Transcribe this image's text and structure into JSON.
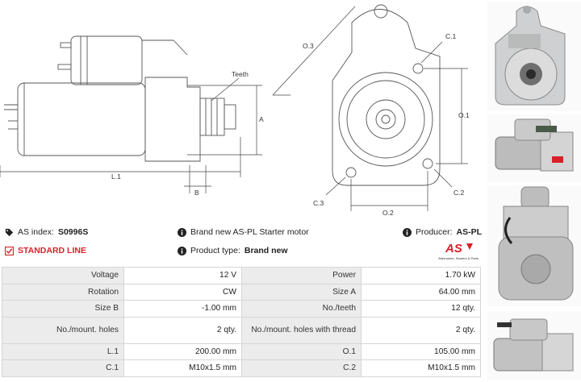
{
  "drawing": {
    "labels": {
      "teeth": "Teeth",
      "a": "A",
      "b": "B",
      "l1": "L.1",
      "o3": "O.3",
      "c1": "C.1",
      "o1": "O.1",
      "c3": "C.3",
      "o2": "O.2",
      "c2": "C.2"
    }
  },
  "info": {
    "as_index_label": "AS index:",
    "as_index_value": "S0996S",
    "description": "Brand new AS-PL Starter motor",
    "producer_label": "Producer:",
    "producer_value": "AS-PL",
    "line_label": "STANDARD LINE",
    "product_type_label": "Product type:",
    "product_type_value": "Brand new"
  },
  "logo": {
    "mark": "AS",
    "tagline": "Alternators, Starters & Parts"
  },
  "specs": [
    {
      "l1": "Voltage",
      "v1": "12 V",
      "l2": "Power",
      "v2": "1.70 kW"
    },
    {
      "l1": "Rotation",
      "v1": "CW",
      "l2": "Size A",
      "v2": "64.00 mm"
    },
    {
      "l1": "Size B",
      "v1": "-1.00 mm",
      "l2": "No./teeth",
      "v2": "12 qty."
    },
    {
      "l1": "No./mount. holes",
      "v1": "2 qty.",
      "l2": "No./mount. holes with thread",
      "v2": "2 qty."
    },
    {
      "l1": "L.1",
      "v1": "200.00 mm",
      "l2": "O.1",
      "v2": "105.00 mm"
    },
    {
      "l1": "C.1",
      "v1": "M10x1.5 mm",
      "l2": "C.2",
      "v2": "M10x1.5 mm"
    }
  ],
  "colors": {
    "accent": "#d9202a",
    "label_bg": "#ececec",
    "line": "#444444"
  }
}
